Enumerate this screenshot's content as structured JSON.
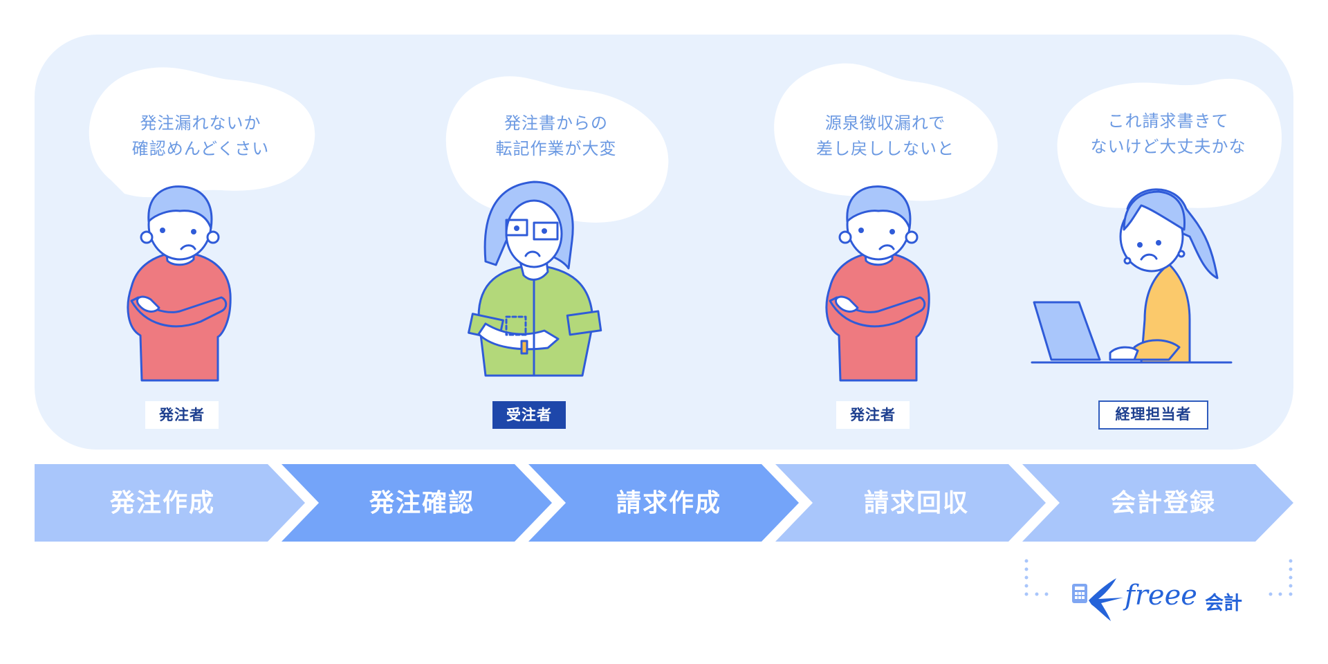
{
  "personas": [
    {
      "bubble_lines": [
        "発注漏れないか",
        "確認めんどくさい"
      ],
      "role": "発注者",
      "role_style": "white",
      "character": "man-arms-crossed-red-sweater"
    },
    {
      "bubble_lines": [
        "発注書からの",
        "転記作業が大変"
      ],
      "role": "受注者",
      "role_style": "filled",
      "character": "woman-glasses-green-shirt"
    },
    {
      "bubble_lines": [
        "源泉徴収漏れで",
        "差し戻ししないと"
      ],
      "role": "発注者",
      "role_style": "white",
      "character": "man-arms-crossed-red-sweater"
    },
    {
      "bubble_lines": [
        "これ請求書きて",
        "ないけど大丈夫かな"
      ],
      "role": "経理担当者",
      "role_style": "outlined",
      "character": "woman-ponytail-laptop"
    }
  ],
  "flow": {
    "steps": [
      {
        "label": "発注作成",
        "color": "#a9c6fb"
      },
      {
        "label": "発注確認",
        "color": "#74a4f9"
      },
      {
        "label": "請求作成",
        "color": "#74a4f9"
      },
      {
        "label": "請求回収",
        "color": "#a9c6fb"
      },
      {
        "label": "会計登録",
        "color": "#a9c6fb"
      }
    ]
  },
  "logo": {
    "brand": "freee",
    "product": "会計",
    "icon": "calculator-swallow-icon"
  },
  "colors": {
    "panel_bg": "#e8f1fd",
    "bubble_text": "#6b99e2",
    "role_text": "#1d3f8f",
    "role_filled_bg": "#1e47aa",
    "brand_blue": "#2563d9"
  }
}
